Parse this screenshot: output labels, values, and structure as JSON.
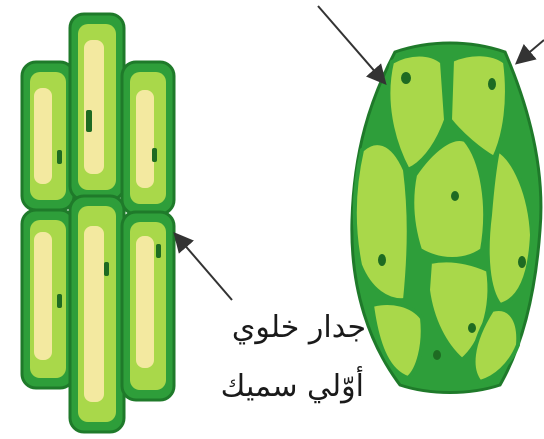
{
  "annotation": {
    "line1": "جدار خلوي",
    "line2": "أوّلي سميك"
  },
  "colors": {
    "cell_wall_dark": "#2e9e3a",
    "cell_wall_outline": "#1f7a2a",
    "cytoplasm_light": "#a9d84a",
    "vacuole_yellow": "#f3e9a0",
    "nucleus": "#1e6b22",
    "arrow": "#333333"
  },
  "icons": [
    "arrow-pointer",
    "collenchyma-cell",
    "parenchyma-cell"
  ]
}
